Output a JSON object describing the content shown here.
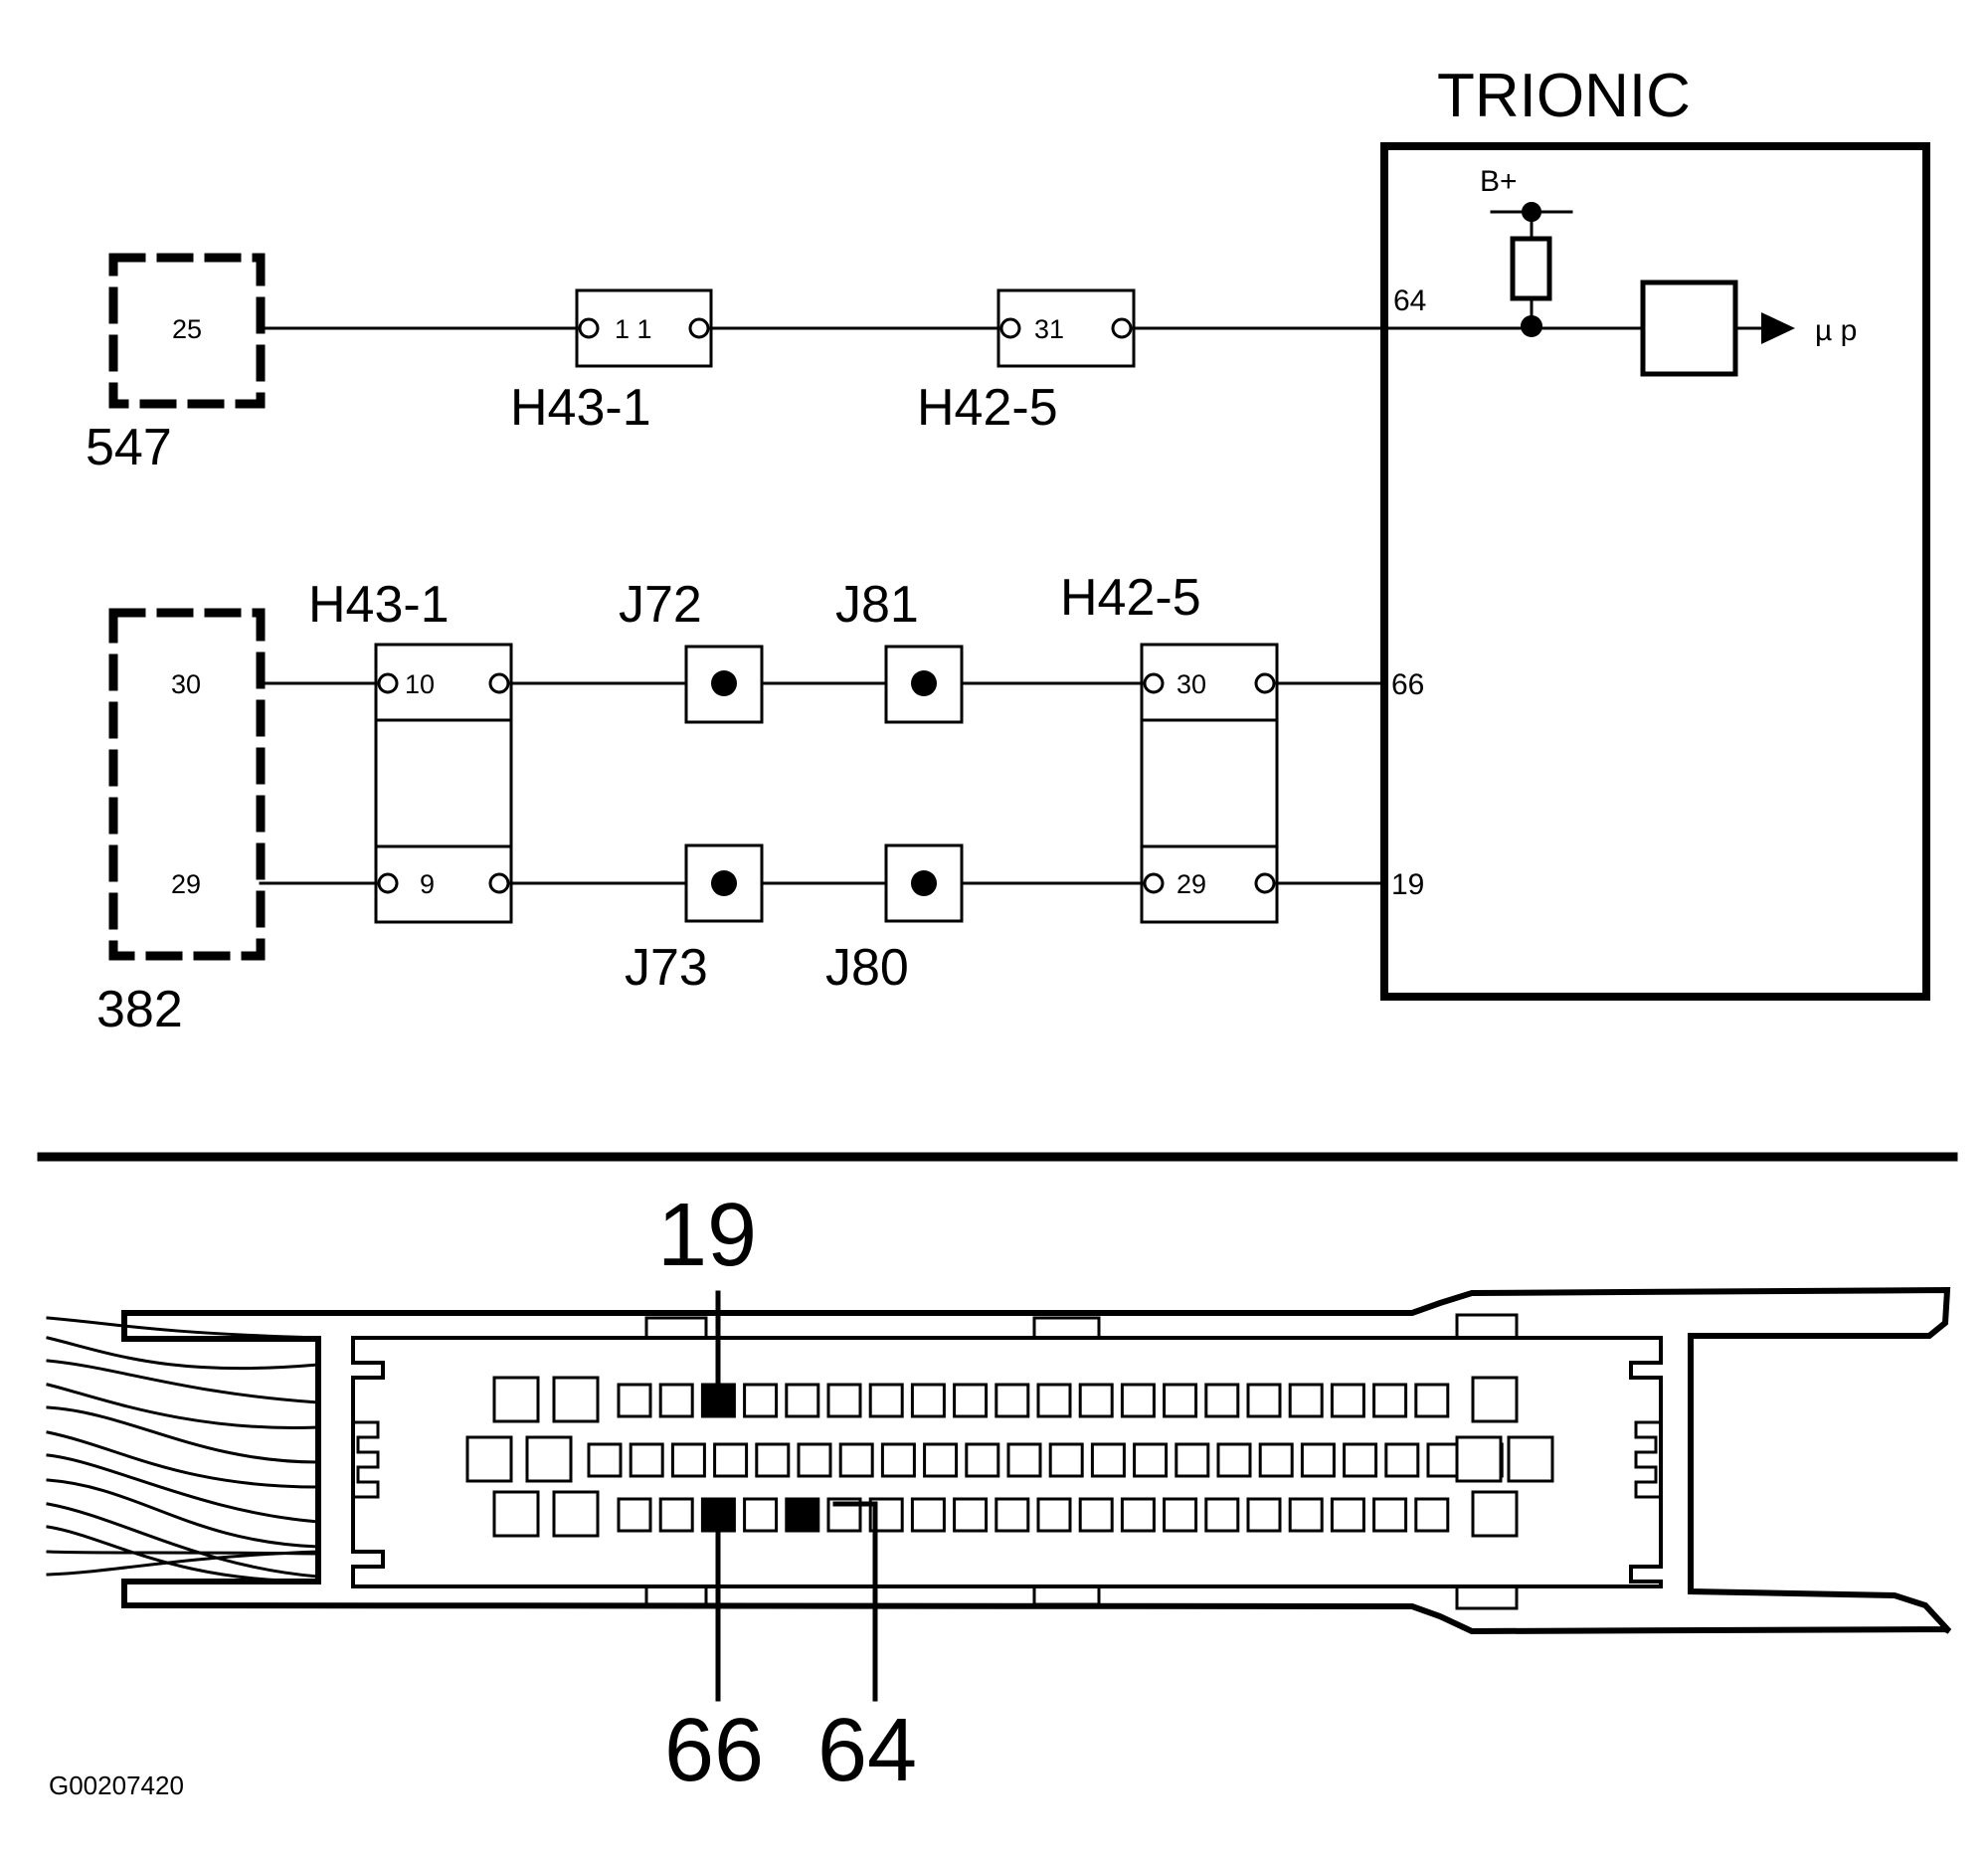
{
  "ecu": {
    "title": "TRIONIC",
    "supply_label": "B+",
    "micro_label": "µ p"
  },
  "ecu_pins": {
    "p64": "64",
    "p66": "66",
    "p19": "19"
  },
  "comp547": {
    "label": "547",
    "pin": "25"
  },
  "comp382": {
    "label": "382",
    "pin_top": "30",
    "pin_bottom": "29"
  },
  "top_row": {
    "h43_label": "H43-1",
    "h43_pin": "1 1",
    "h42_label": "H42-5",
    "h42_pin": "31"
  },
  "mid_row": {
    "h43_label": "H43-1",
    "h43_pin_top": "10",
    "h43_pin_bottom": "9",
    "h42_label": "H42-5",
    "h42_pin_top": "30",
    "h42_pin_bottom": "29",
    "j72": "J72",
    "j81": "J81",
    "j73": "J73",
    "j80": "J80"
  },
  "connector_view": {
    "callout_19": "19",
    "callout_66": "66",
    "callout_64": "64"
  },
  "figure_code": "G00207420"
}
